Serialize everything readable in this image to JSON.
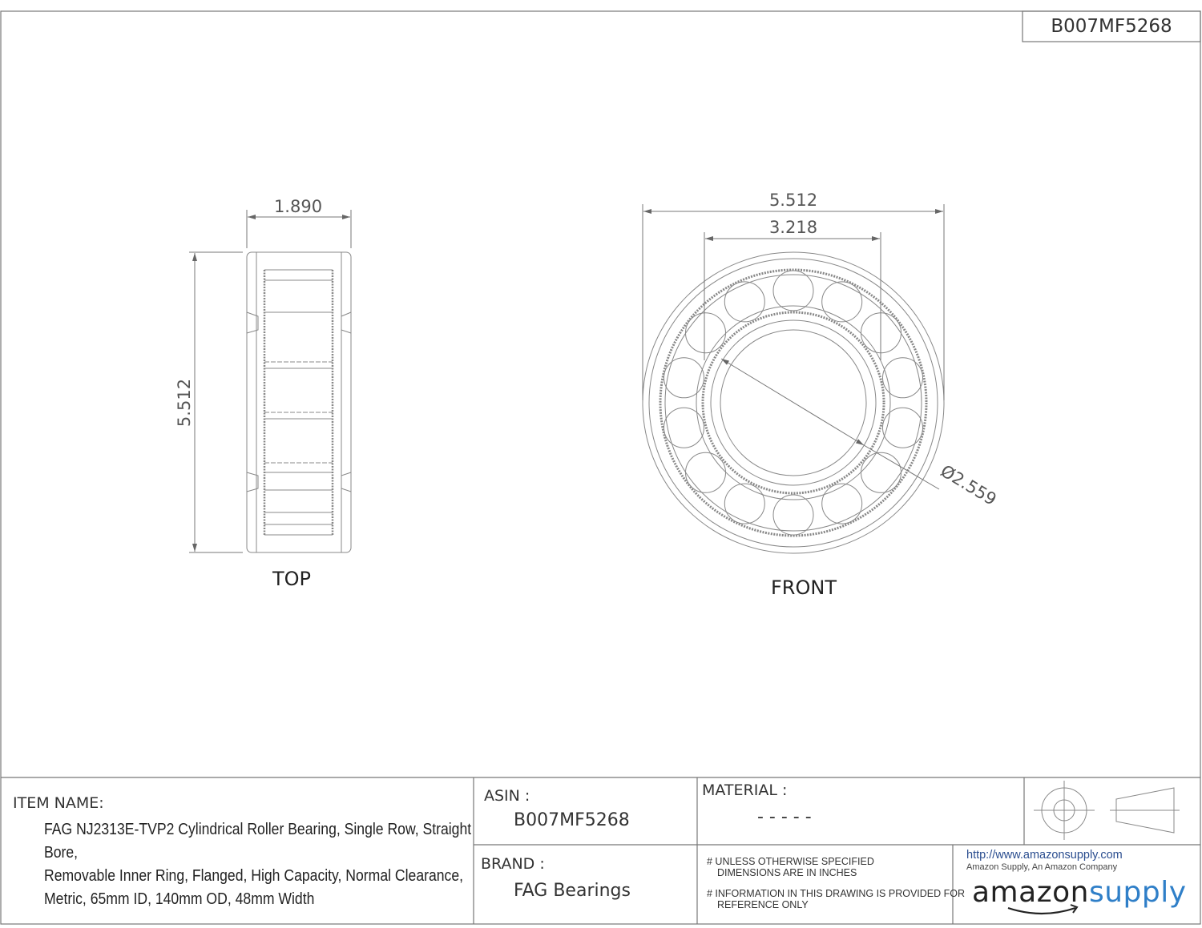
{
  "header": {
    "part_number": "B007MF5268"
  },
  "views": {
    "top": {
      "label": "TOP",
      "width_dim": "1.890",
      "height_dim": "5.512"
    },
    "front": {
      "label": "FRONT",
      "outer_dim": "5.512",
      "inner_dim": "3.218",
      "bore_dim": "Ø2.559"
    }
  },
  "title_block": {
    "item_name_label": "ITEM NAME:",
    "item_name_lines": [
      "FAG NJ2313E-TVP2 Cylindrical Roller Bearing, Single Row, Straight Bore,",
      "Removable Inner Ring, Flanged, High Capacity, Normal Clearance,",
      "Metric, 65mm ID, 140mm OD, 48mm Width"
    ],
    "asin_label": "ASIN :",
    "asin_value": "B007MF5268",
    "brand_label": "BRAND :",
    "brand_value": "FAG Bearings",
    "material_label": "MATERIAL :",
    "material_value": "- - - - -",
    "note1_line1": "# UNLESS OTHERWISE SPECIFIED",
    "note1_line2": "DIMENSIONS ARE IN INCHES",
    "note2_line1": "# INFORMATION IN THIS DRAWING IS PROVIDED FOR",
    "note2_line2": "REFERENCE ONLY",
    "url": "http://www.amazonsupply.com",
    "tagline": "Amazon Supply, An Amazon Company",
    "logo_amazon": "amazon",
    "logo_supply": "supply"
  },
  "colors": {
    "line": "#888888",
    "frame": "#666666",
    "logo_blue": "#2f7fc8",
    "url_blue": "#2a4d8f"
  }
}
